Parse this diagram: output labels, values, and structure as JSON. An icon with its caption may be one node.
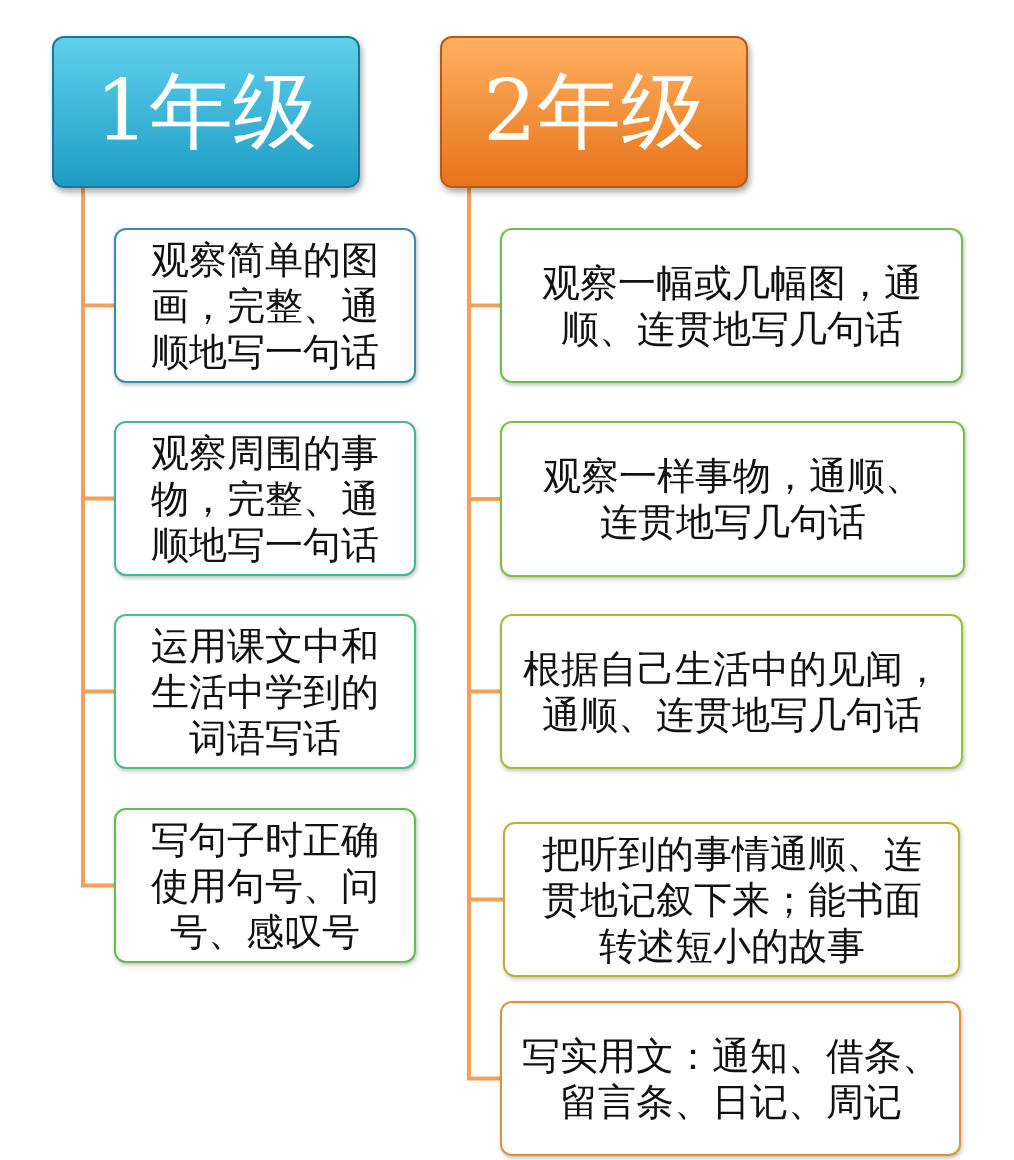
{
  "diagram": {
    "nodes": [
      {
        "text": [
          "1年级"
        ]
      },
      {
        "text": [
          "观察简单的图画，完整、通顺地写一句话"
        ]
      },
      {
        "text": [
          "观察周围的事物，完整、通顺地写一句话"
        ]
      },
      {
        "text": [
          "运用课文中和生活中学到的词语写话"
        ]
      },
      {
        "text": [
          "写句子时正确使用句号、问号、感叹号"
        ]
      },
      {
        "text": [
          "2年级"
        ]
      },
      {
        "text": [
          "观察一幅或几幅图，通顺、连贯地写几句话"
        ]
      },
      {
        "text": [
          "观察一样事物，通顺、连贯地写几句话"
        ]
      },
      {
        "text": [
          "根据自己生活中的见闻，通顺、连贯地写几句话"
        ]
      },
      {
        "text": [
          "把听到的事情通顺、连贯地记叙下来；能书面转述短小的故事"
        ]
      },
      {
        "text": [
          "写实用文：通知、借条、留言条、日记、周记"
        ]
      }
    ],
    "edges": [
      {
        "from": 0,
        "to": 1,
        "arrow": "none"
      },
      {
        "from": 0,
        "to": 2,
        "arrow": "none"
      },
      {
        "from": 0,
        "to": 3,
        "arrow": "none"
      },
      {
        "from": 0,
        "to": 4,
        "arrow": "none"
      },
      {
        "from": 5,
        "to": 6,
        "arrow": "none"
      },
      {
        "from": 5,
        "to": 7,
        "arrow": "none"
      },
      {
        "from": 5,
        "to": 8,
        "arrow": "none"
      },
      {
        "from": 5,
        "to": 9,
        "arrow": "none"
      },
      {
        "from": 5,
        "to": 10,
        "arrow": "none"
      }
    ]
  }
}
